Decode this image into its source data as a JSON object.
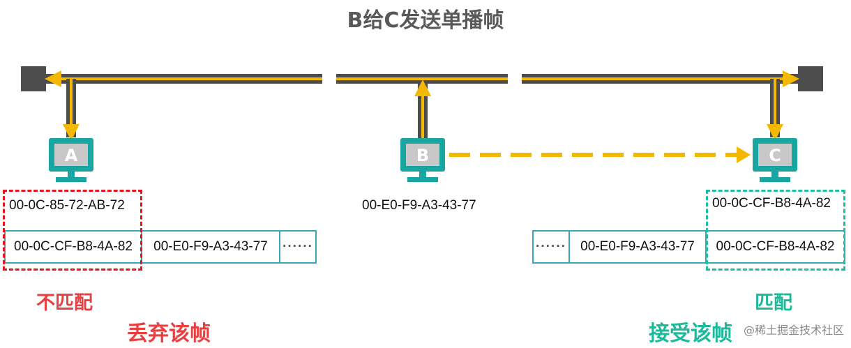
{
  "title": "B给C发送单播帧",
  "hosts": {
    "a": {
      "letter": "A",
      "mac": "00-0C-85-72-AB-72"
    },
    "b": {
      "letter": "B",
      "mac": "00-E0-F9-A3-43-77"
    },
    "c": {
      "letter": "C",
      "mac": "00-0C-CF-B8-4A-82"
    }
  },
  "frame_left": {
    "dest": "00-0C-CF-B8-4A-82",
    "src": "00-E0-F9-A3-43-77",
    "more": "······"
  },
  "frame_right": {
    "more": "······",
    "src": "00-E0-F9-A3-43-77",
    "dest": "00-0C-CF-B8-4A-82"
  },
  "labels": {
    "mismatch": "不匹配",
    "discard": "丢弃该帧",
    "match": "匹配",
    "accept": "接受该帧"
  },
  "footer": "@稀土掘金技术社区",
  "colors": {
    "bus": "#4d4d4d",
    "signal": "#f5b800",
    "monitor": "#1aa6a0",
    "mismatch": "#e8141b",
    "match": "#1ebea0"
  }
}
